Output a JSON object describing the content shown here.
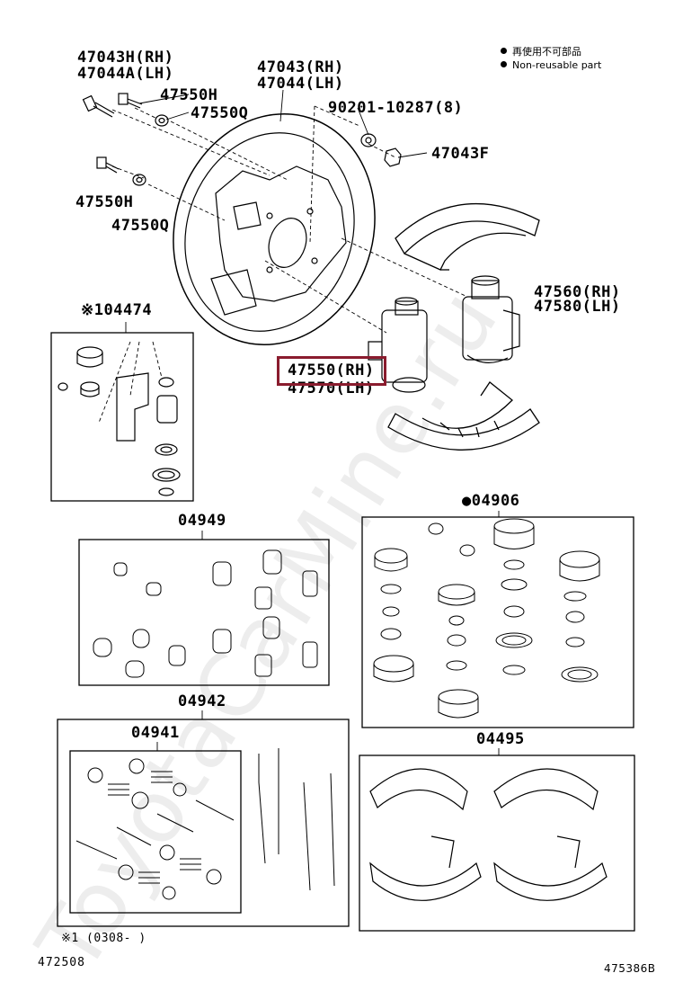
{
  "legend": {
    "line1": "再使用不可部品",
    "line2": "Non-reusable part"
  },
  "labels": {
    "bolt_hub_rh": "47043H(RH)",
    "bolt_hub_lh": "47044A(LH)",
    "bolt_upper": "47550H",
    "washer_upper": "47550Q",
    "plate_rh": "47043(RH)",
    "plate_lh": "47044(LH)",
    "nut_part": "90201-10287(8)",
    "nut_cap": "47043F",
    "bolt_lower": "47550H",
    "washer_lower": "47550Q",
    "kit_04474": "※104474",
    "cyl_rear_rh": "47560(RH)",
    "cyl_rear_lh": "47580(LH)",
    "cyl_front_rh": "47550(RH)",
    "cyl_front_lh": "47570(LH)",
    "kit_04949": "04949",
    "kit_04906": "●04906",
    "kit_04942": "04942",
    "kit_04941": "04941",
    "kit_04495": "04495",
    "footnote": "※1 (0308-     )",
    "page_left": "472508",
    "page_right": "475386B"
  },
  "watermark": "ToyotaCarMine.ru",
  "colors": {
    "highlight": "#8a1c2e"
  }
}
